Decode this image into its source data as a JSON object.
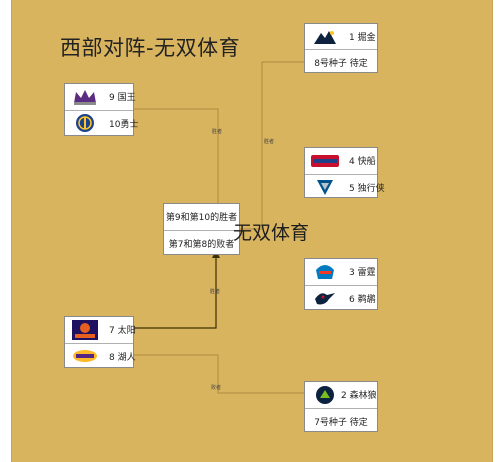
{
  "title": "西部对阵-无双体育",
  "watermark": "无双体育",
  "colors": {
    "background": "#d9b45f",
    "line": "#b08a42",
    "arrow": "#3a3000"
  },
  "bracket": {
    "kings": {
      "seed_name": "9 国王",
      "logo": "kings-logo"
    },
    "warriors": {
      "seed_name": "10勇士",
      "logo": "warriors-logo"
    },
    "suns": {
      "seed_name": "7 太阳",
      "logo": "suns-logo"
    },
    "lakers": {
      "seed_name": "8 湖人",
      "logo": "lakers-logo"
    },
    "playin_final": {
      "top": "第9和第10的胜者",
      "bottom": "第7和第8的败者"
    },
    "nuggets": {
      "seed_name": "1 掘金",
      "logo": "nuggets-logo",
      "opponent": "8号种子 待定"
    },
    "clippers": {
      "seed_name": "4 快船",
      "logo": "clippers-logo"
    },
    "mavericks": {
      "seed_name": "5 独行侠",
      "logo": "mavericks-logo"
    },
    "thunder": {
      "seed_name": "3 雷霆",
      "logo": "thunder-logo"
    },
    "pelicans": {
      "seed_name": "6 鹈鹕",
      "logo": "pelicans-logo"
    },
    "timberwolves": {
      "seed_name": "2 森林狼",
      "logo": "timberwolves-logo",
      "opponent": "7号种子 待定"
    }
  },
  "connector_tags": {
    "tag1": "胜者",
    "tag2": "胜者",
    "tag3": "胜者",
    "tag4": "败者"
  }
}
